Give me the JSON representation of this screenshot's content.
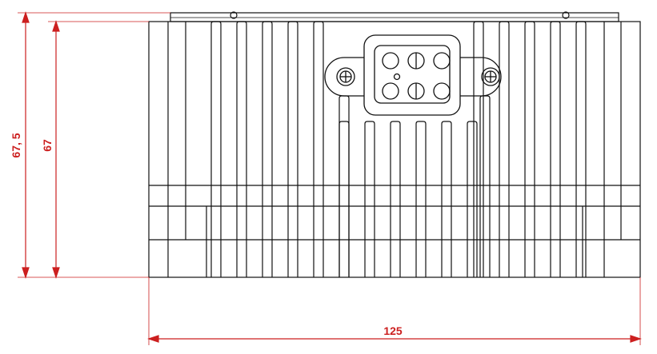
{
  "dimensions": {
    "overall_height": "67, 5",
    "body_height": "67",
    "width": "125"
  },
  "colors": {
    "outline": "#111111",
    "dimension": "#cc1f1f",
    "background": "#ffffff"
  }
}
